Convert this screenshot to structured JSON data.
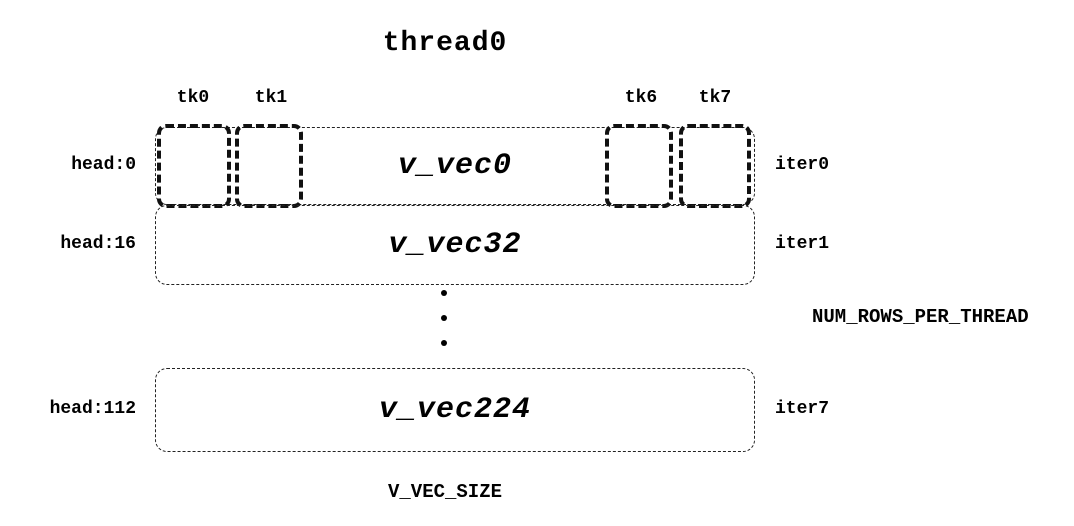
{
  "title": "thread0",
  "tk_labels": [
    "tk0",
    "tk1",
    "tk6",
    "tk7"
  ],
  "rows": [
    {
      "head": "head:0",
      "vec": "v_vec0",
      "iter": "iter0"
    },
    {
      "head": "head:16",
      "vec": "v_vec32",
      "iter": "iter1"
    },
    {
      "head": "head:112",
      "vec": "v_vec224",
      "iter": "iter7"
    }
  ],
  "right_label": "NUM_ROWS_PER_THREAD",
  "bottom_label": "V_VEC_SIZE",
  "colors": {
    "ink": "#000000",
    "background": "#ffffff"
  }
}
